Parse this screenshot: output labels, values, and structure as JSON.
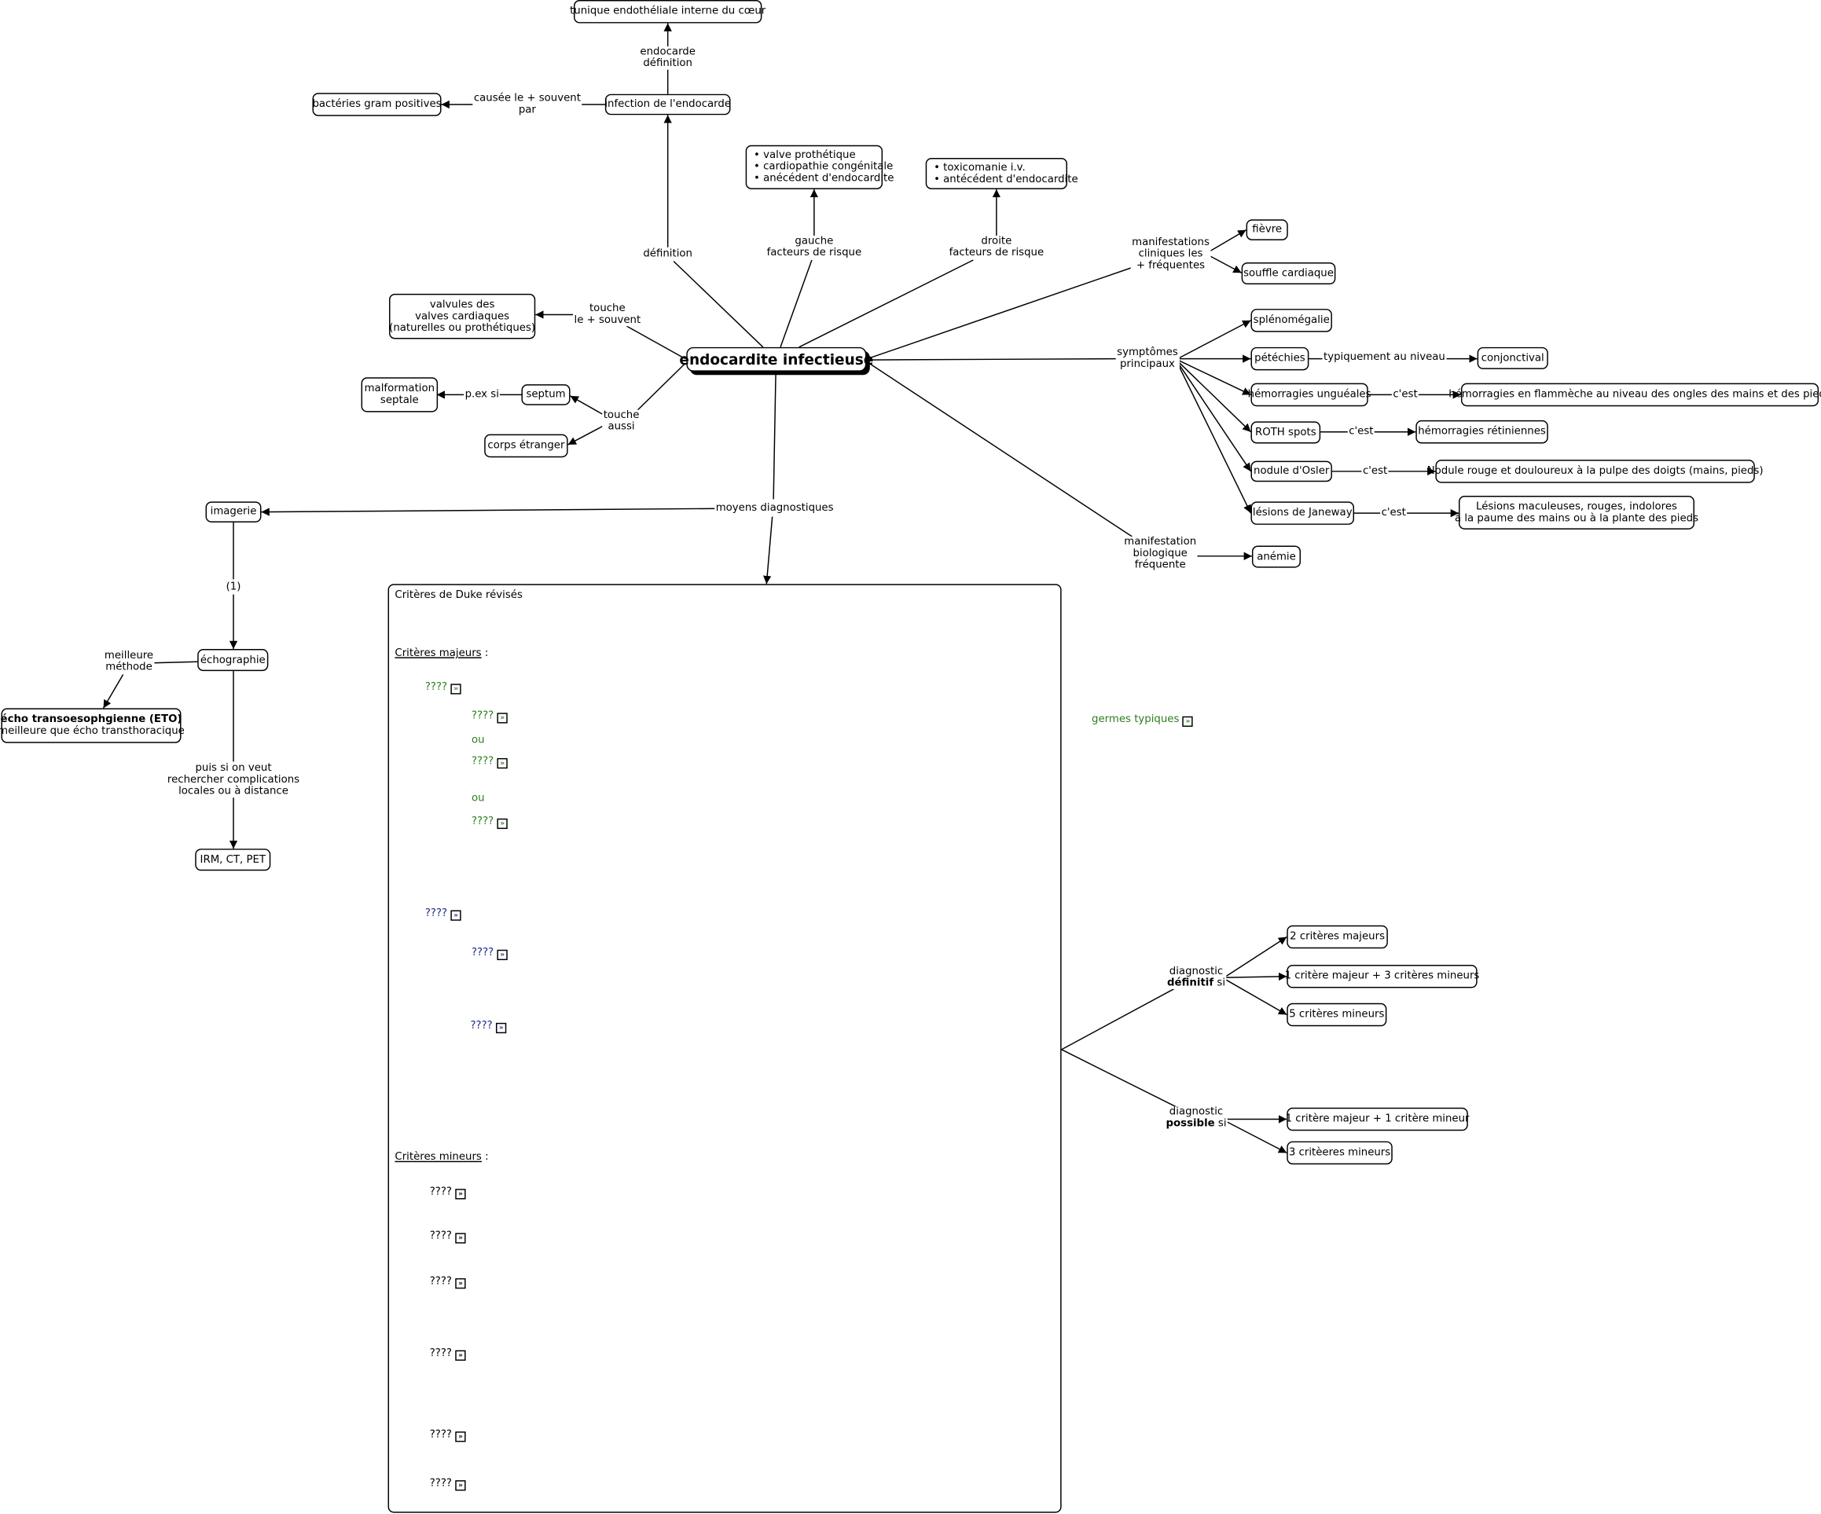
{
  "nodes": {
    "main": "endocardite infectieuse",
    "tunique": "tunique endothéliale interne du cœur",
    "infection": "infection de l'endocarde",
    "gram": "bactéries gram positives",
    "gauche_list": [
      "valve prothétique",
      "cardiopathie congénitale",
      "anécédent d'endocardite"
    ],
    "droite_list": [
      "toxicomanie i.v.",
      "antécédent d'endocardite"
    ],
    "valvules": [
      "valvules des",
      "valves cardiaques",
      "(naturelles ou prothétiques)"
    ],
    "malformation": [
      "malformation",
      "septale"
    ],
    "septum": "septum",
    "corps": "corps étranger",
    "fievre": "fièvre",
    "souffle": "souffle cardiaque",
    "splenomegalie": "splénomégalie",
    "petechies": "pétéchies",
    "conjonctival": "conjonctival",
    "hemorragies_ung": "hémorragies unguéales",
    "hemorragies_flam": "hémorragies en flammèche au niveau des ongles des mains et des pieds",
    "roth": "ROTH spots",
    "hemorragies_ret": "hémorragies rétiniennes",
    "osler": "nodule d'Osler",
    "nodule_rouge": "Nodule rouge et douloureux à la pulpe des doigts (mains, pieds)",
    "janeway": "lésions de Janeway",
    "lesions_mac": [
      "Lésions maculeuses, rouges, indolores",
      "à la paume des mains ou à la plante des pieds"
    ],
    "anemie": "anémie",
    "imagerie": "imagerie",
    "echographie": "échographie",
    "eto": [
      "écho transoesophgienne (ETO)",
      "meilleure que écho transthoracique"
    ],
    "irm": "IRM, CT, PET",
    "crit_2maj": "2 critères majeurs",
    "crit_1maj3min": "1 critère majeur + 3 critères mineurs",
    "crit_5min": "5 critères mineurs",
    "crit_1maj1min": "1 critère majeur + 1 critère mineur",
    "crit_3min": "3 critèeres mineurs"
  },
  "labels": {
    "endocarde_def": [
      "endocarde",
      "définition"
    ],
    "causee": [
      "causée le + souvent",
      "par"
    ],
    "definition": "définition",
    "gauche": [
      "gauche",
      "facteurs de risque"
    ],
    "droite": [
      "droite",
      "facteurs de risque"
    ],
    "touche_souvent": [
      "touche",
      "le + souvent"
    ],
    "pex": "p.ex si",
    "touche_aussi": [
      "touche",
      "aussi"
    ],
    "manif_cliniques": [
      "manifestations",
      "cliniques les",
      "+ fréquentes"
    ],
    "symptomes": [
      "symptômes",
      "principaux"
    ],
    "typiquement": "typiquement au niveau",
    "cest": "c'est",
    "manif_bio": [
      "manifestation",
      "biologique",
      "fréquente"
    ],
    "moyens": "moyens diagnostiques",
    "one": "(1)",
    "meilleure": [
      "meilleure",
      "méthode"
    ],
    "puis": [
      "puis si on veut",
      "rechercher complications",
      "locales ou à distance"
    ],
    "diag_def": [
      "diagnostic",
      "définitif",
      "si"
    ],
    "diag_pos": [
      "diagnostic",
      "possible",
      "si"
    ]
  },
  "frame": {
    "title": "Critères de Duke révisés",
    "majeurs": "Critères majeurs",
    "mineurs": "Critères mineurs",
    "colon": " :",
    "q": "????",
    "ou": "ou",
    "germes": "germes typiques"
  }
}
